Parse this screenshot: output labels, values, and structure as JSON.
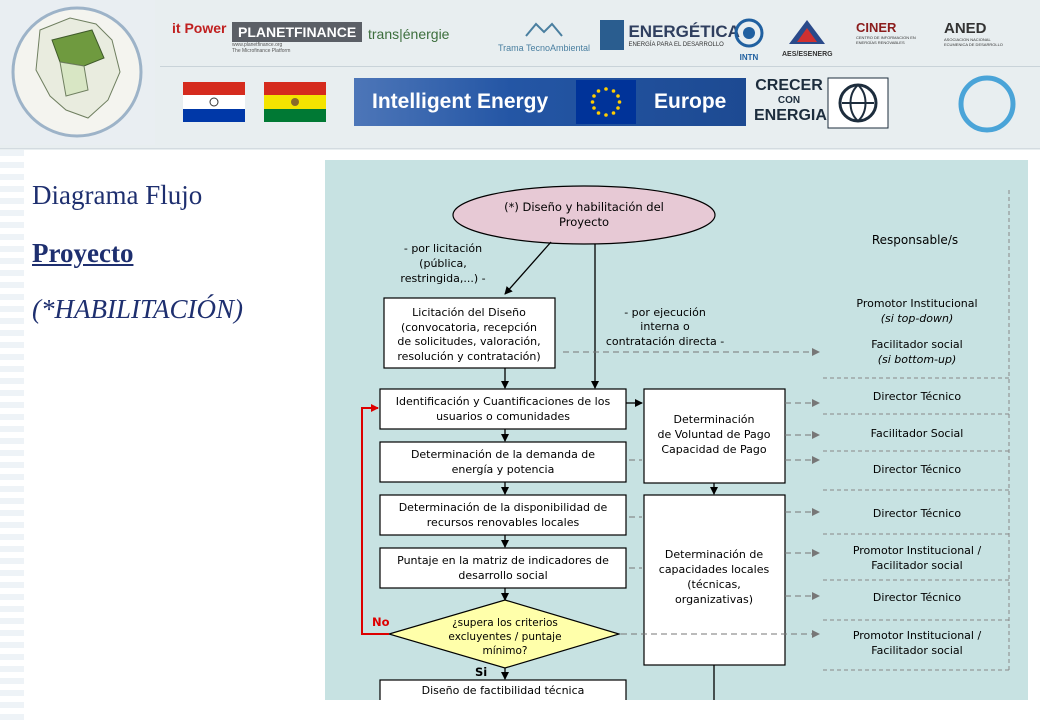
{
  "header": {
    "logos": [
      "it Power",
      "PLANETFINANCE",
      "www.planetfinance.org",
      "The Microfinance Platform",
      "trans|énergie",
      "Trama TecnoAmbiental",
      "ENERGÉTICA",
      "ENERGÍA PARA EL DESARROLLO",
      "INTN",
      "AES/ESENERG",
      "CINER",
      "CENTRO DE INFORMACION EN ENERGÍAS RENOVABLES",
      "ANED",
      "ASOCIACION NACIONAL ECUMENICA DE DESARROLLO"
    ],
    "banner": {
      "left": "Intelligent Energy",
      "right": "Europe"
    },
    "crecer": [
      "CRECER",
      "CON",
      "ENERGIA"
    ],
    "colors": {
      "banner_bg": "#1f4f99",
      "eu_blue": "#003399",
      "eu_star": "#ffcc00",
      "paraguay_red": "#d52b1e",
      "paraguay_blue": "#0038a8",
      "bolivia_green": "#007934",
      "bolivia_yellow": "#f4e400"
    }
  },
  "slide": {
    "title": "Diagrama Flujo",
    "subtitle": "Proyecto",
    "note": "(*HABILITACIÓN)"
  },
  "diagram": {
    "start": [
      "(*) Diseño y habilitación del",
      "Proyecto"
    ],
    "label_licitacion": [
      "- por licitación",
      "(pública,",
      "restringida,...) -"
    ],
    "label_ejecucion": [
      "- por ejecución",
      "interna o",
      "contratación directa -"
    ],
    "responsables_header": "Responsable/s",
    "licitacion_box": [
      "Licitación del Diseño",
      "(convocatoria, recepción",
      "de solicitudes, valoración,",
      "resolución y contratación)"
    ],
    "steps": [
      [
        "Identificación y Cuantificaciones de los",
        "usuarios o comunidades"
      ],
      [
        "Determinación de la demanda de",
        "energía y potencia"
      ],
      [
        "Determinación de la disponibilidad de",
        "recursos renovables locales"
      ],
      [
        "Puntaje en la matriz de indicadores de",
        "desarrollo social"
      ]
    ],
    "voluntad_box": [
      "Determinación",
      "de Voluntad de Pago",
      "Capacidad de Pago"
    ],
    "capacidades_box": [
      "Determinación de",
      "capacidades locales",
      "(técnicas,",
      "organizativas)"
    ],
    "decision": [
      "¿supera los criterios",
      "excluyentes / puntaje",
      "mínimo?"
    ],
    "no_label": "No",
    "si_label": "Si",
    "next_box_partial": "Diseño de factibilidad técnica",
    "responsables": [
      [
        "Promotor Institucional",
        "(si top-down)",
        "Facilitador social",
        "(si bottom-up)"
      ],
      [
        "Director Técnico"
      ],
      [
        "Facilitador Social"
      ],
      [
        "Director Técnico"
      ],
      [
        "Director Técnico"
      ],
      [
        "Promotor Institucional  /",
        "Facilitador social"
      ],
      [
        "Director Técnico"
      ],
      [
        "Promotor Institucional  /",
        "Facilitador social"
      ]
    ],
    "colors": {
      "background": "#c7e2e2",
      "start_fill": "#e7c9d5",
      "decision_fill": "#ffffaa",
      "loop_arrow": "#dd0000",
      "box_fill": "#ffffff"
    }
  }
}
